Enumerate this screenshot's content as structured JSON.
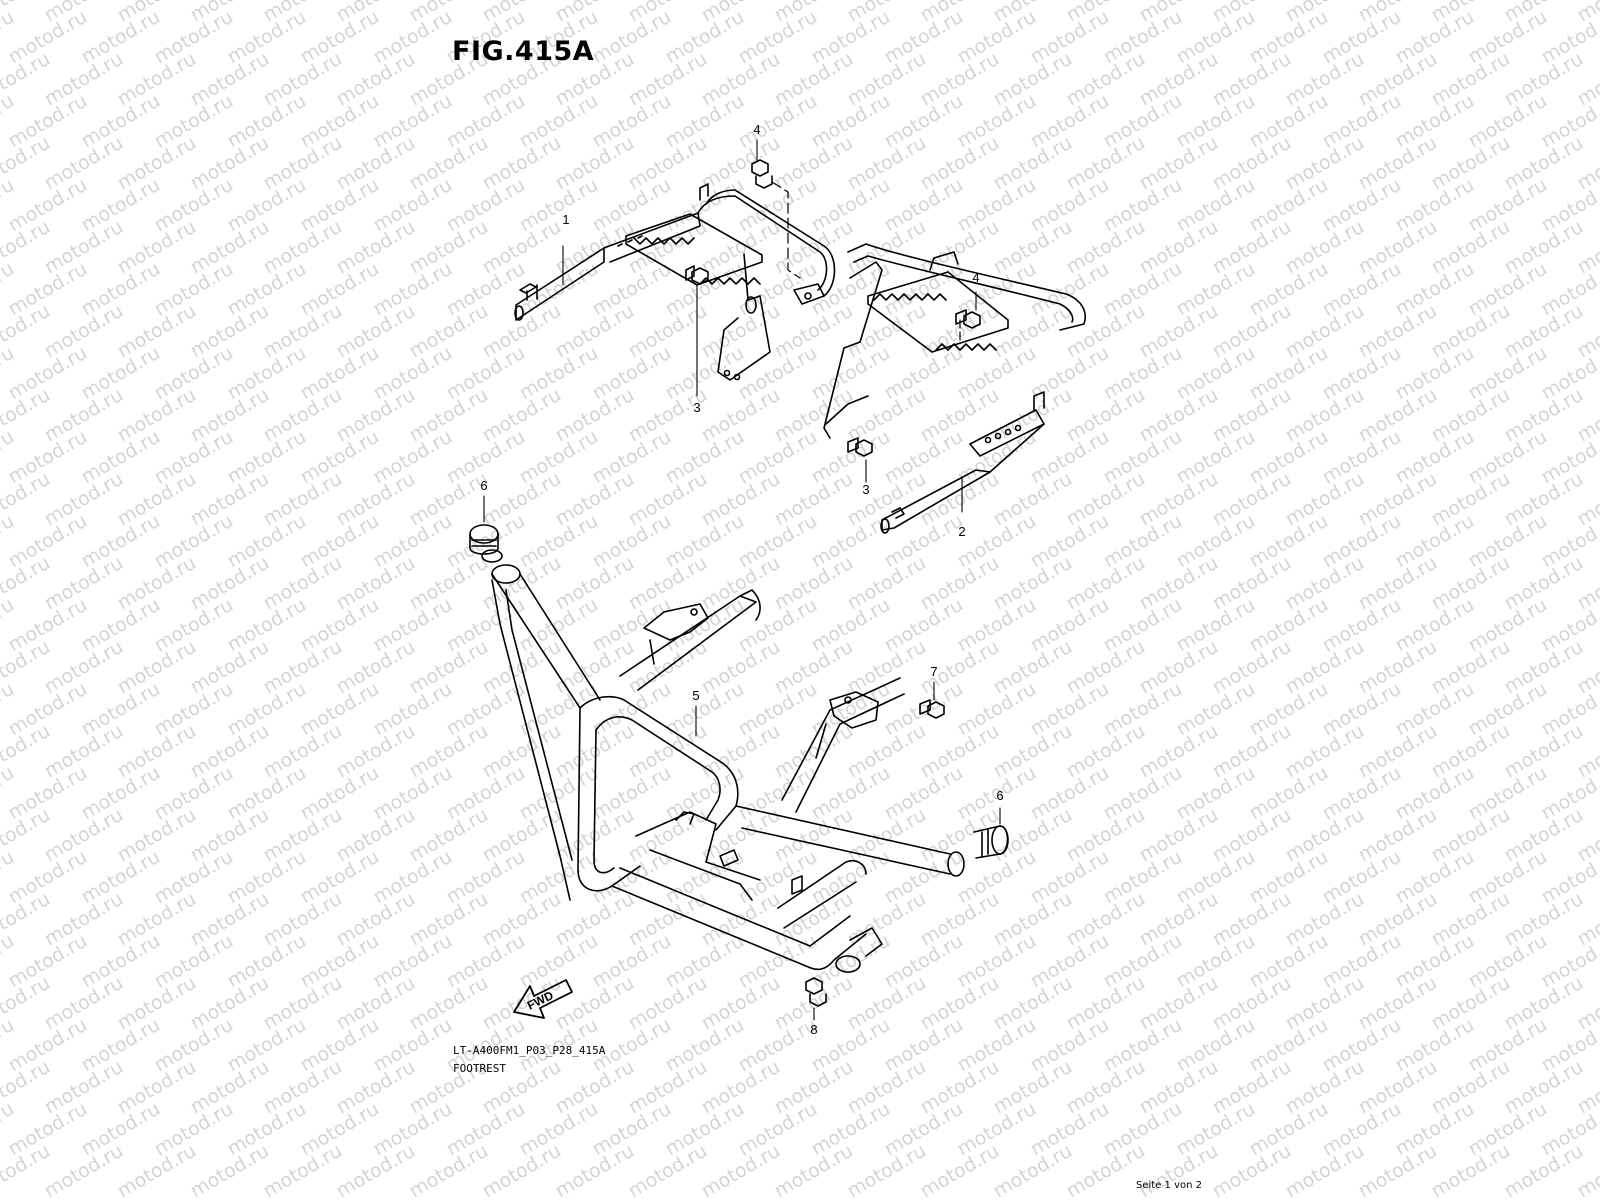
{
  "figure": {
    "title": "FIG.415A",
    "drawing_code": "LT-A400FM1_P03_P28_415A",
    "section_name": "FOOTREST",
    "page_info": "Seite 1 von 2",
    "watermark": "motod.ru",
    "fwd_label": "FWD"
  },
  "callouts": [
    {
      "id": "left-footrest-bracket",
      "label": "1"
    },
    {
      "id": "right-footrest-bracket",
      "label": "2"
    },
    {
      "id": "left-lower-bolt",
      "label": "3"
    },
    {
      "id": "right-lower-bolt",
      "label": "3"
    },
    {
      "id": "left-upper-bolt",
      "label": "4"
    },
    {
      "id": "right-upper-bolt",
      "label": "4"
    },
    {
      "id": "front-guard",
      "label": "5"
    },
    {
      "id": "left-cap",
      "label": "6"
    },
    {
      "id": "right-cap",
      "label": "6"
    },
    {
      "id": "guard-bolt",
      "label": "7"
    },
    {
      "id": "lower-guard-bolt",
      "label": "8"
    }
  ],
  "colors": {
    "line": "#000000",
    "watermark": "#d4d4d4",
    "background": "#ffffff"
  }
}
